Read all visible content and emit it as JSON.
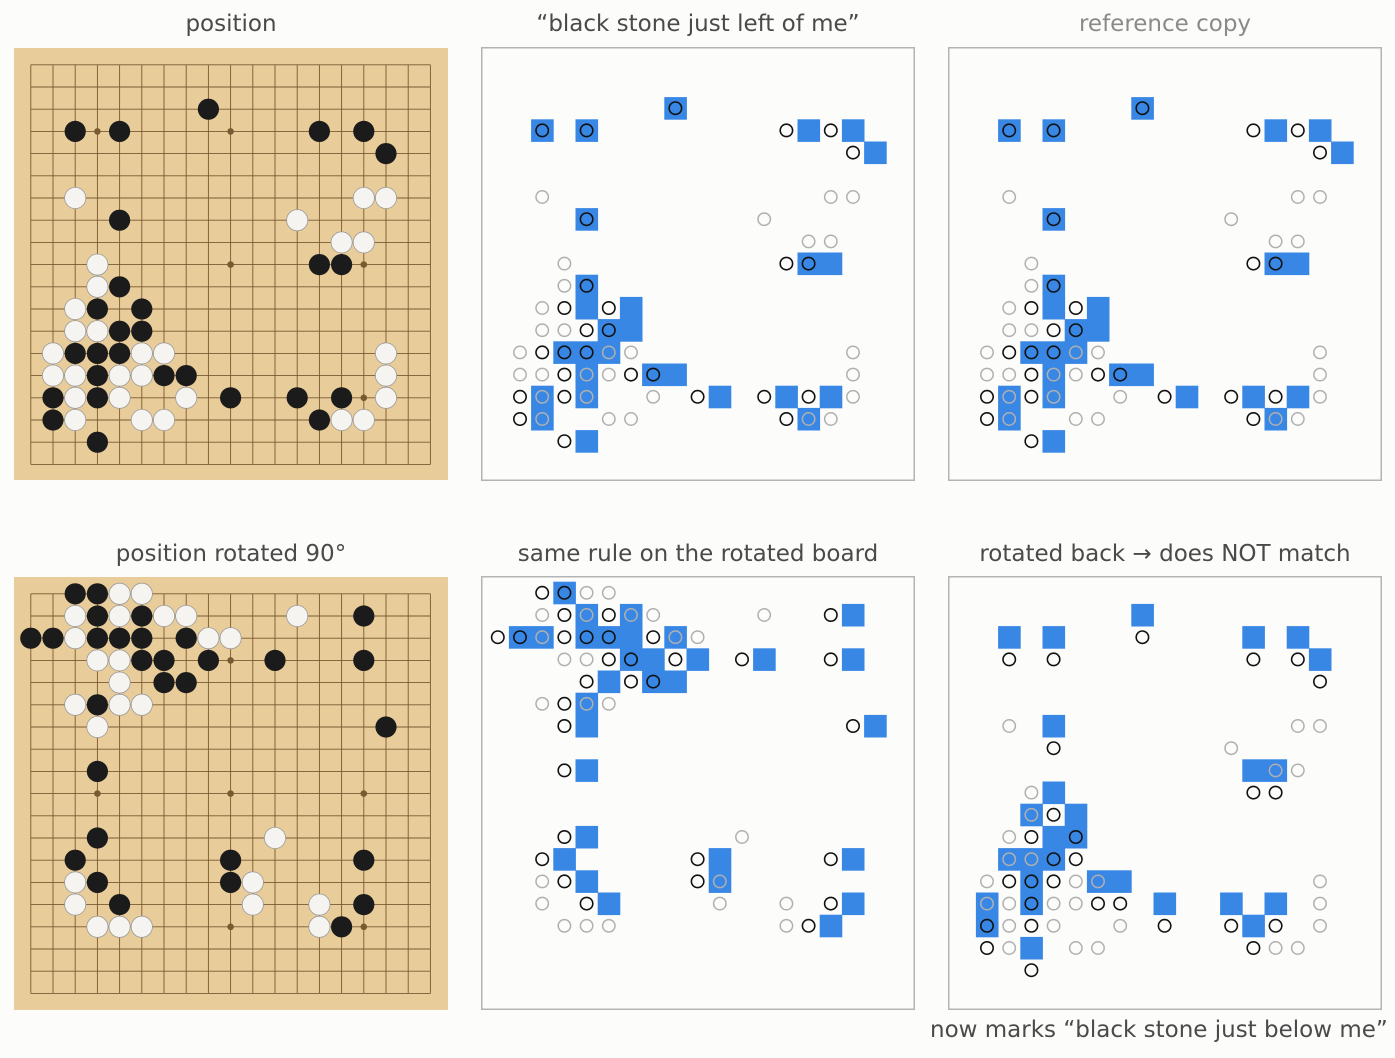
{
  "board_size": 19,
  "titles": {
    "position": "position",
    "rule": "“black stone just left of me”",
    "reference": "reference copy",
    "rotated_position": "position rotated 90°",
    "rotated_rule": "same rule on the rotated board",
    "rotated_back": "rotated back → does NOT match"
  },
  "footnote": "now marks “black stone just below me”",
  "colors": {
    "board_wood": "#e8cc9a",
    "grid_line": "#7a5a30",
    "hoshi": "#7a5a30",
    "black_stone": "#1b1b1b",
    "white_stone": "#f6f4f0",
    "mark_fill": "#3887e5",
    "panel_border": "#b4b4b4",
    "black_ring": "#111111",
    "white_ring": "#b0b0b0"
  },
  "hoshi_points": [
    [
      3,
      3
    ],
    [
      3,
      9
    ],
    [
      3,
      15
    ],
    [
      9,
      3
    ],
    [
      9,
      9
    ],
    [
      9,
      15
    ],
    [
      15,
      3
    ],
    [
      15,
      9
    ],
    [
      15,
      15
    ]
  ],
  "board_position": {
    "black": [
      [
        8,
        2
      ],
      [
        2,
        3
      ],
      [
        4,
        3
      ],
      [
        13,
        3
      ],
      [
        15,
        3
      ],
      [
        16,
        4
      ],
      [
        4,
        7
      ],
      [
        13,
        9
      ],
      [
        14,
        9
      ],
      [
        4,
        10
      ],
      [
        3,
        11
      ],
      [
        5,
        11
      ],
      [
        4,
        12
      ],
      [
        5,
        12
      ],
      [
        2,
        13
      ],
      [
        3,
        13
      ],
      [
        4,
        13
      ],
      [
        3,
        14
      ],
      [
        6,
        14
      ],
      [
        7,
        14
      ],
      [
        1,
        15
      ],
      [
        3,
        15
      ],
      [
        9,
        15
      ],
      [
        12,
        15
      ],
      [
        14,
        15
      ],
      [
        1,
        16
      ],
      [
        13,
        16
      ],
      [
        3,
        17
      ]
    ],
    "white": [
      [
        2,
        6
      ],
      [
        15,
        6
      ],
      [
        16,
        6
      ],
      [
        12,
        7
      ],
      [
        14,
        8
      ],
      [
        15,
        8
      ],
      [
        3,
        9
      ],
      [
        3,
        10
      ],
      [
        2,
        11
      ],
      [
        2,
        12
      ],
      [
        3,
        12
      ],
      [
        1,
        13
      ],
      [
        5,
        13
      ],
      [
        6,
        13
      ],
      [
        16,
        13
      ],
      [
        1,
        14
      ],
      [
        2,
        14
      ],
      [
        4,
        14
      ],
      [
        5,
        14
      ],
      [
        16,
        14
      ],
      [
        2,
        15
      ],
      [
        4,
        15
      ],
      [
        7,
        15
      ],
      [
        16,
        15
      ],
      [
        2,
        16
      ],
      [
        5,
        16
      ],
      [
        6,
        16
      ],
      [
        14,
        16
      ],
      [
        15,
        16
      ]
    ]
  },
  "board_rotated": {
    "black": [
      [
        2,
        0
      ],
      [
        3,
        0
      ],
      [
        3,
        1
      ],
      [
        5,
        1
      ],
      [
        15,
        1
      ],
      [
        0,
        2
      ],
      [
        1,
        2
      ],
      [
        3,
        2
      ],
      [
        4,
        2
      ],
      [
        5,
        2
      ],
      [
        7,
        2
      ],
      [
        5,
        3
      ],
      [
        6,
        3
      ],
      [
        8,
        3
      ],
      [
        11,
        3
      ],
      [
        15,
        3
      ],
      [
        4,
        4
      ],
      [
        6,
        4
      ],
      [
        7,
        4
      ],
      [
        3,
        5
      ],
      [
        3,
        6
      ],
      [
        16,
        6
      ],
      [
        3,
        8
      ],
      [
        3,
        11
      ],
      [
        2,
        12
      ],
      [
        9,
        12
      ],
      [
        15,
        12
      ],
      [
        3,
        13
      ],
      [
        9,
        13
      ],
      [
        4,
        14
      ],
      [
        15,
        14
      ],
      [
        14,
        15
      ]
    ],
    "white": [
      [
        4,
        0
      ],
      [
        5,
        0
      ],
      [
        2,
        1
      ],
      [
        4,
        1
      ],
      [
        6,
        1
      ],
      [
        7,
        1
      ],
      [
        12,
        1
      ],
      [
        2,
        2
      ],
      [
        8,
        2
      ],
      [
        9,
        2
      ],
      [
        3,
        3
      ],
      [
        4,
        3
      ],
      [
        4,
        4
      ],
      [
        2,
        5
      ],
      [
        4,
        5
      ],
      [
        5,
        5
      ],
      [
        3,
        6
      ],
      [
        11,
        11
      ],
      [
        2,
        13
      ],
      [
        10,
        13
      ],
      [
        2,
        14
      ],
      [
        10,
        14
      ],
      [
        13,
        14
      ],
      [
        3,
        15
      ],
      [
        4,
        15
      ],
      [
        5,
        15
      ],
      [
        13,
        15
      ]
    ]
  },
  "map_rule": {
    "marked": [
      [
        8,
        2
      ],
      [
        2,
        3
      ],
      [
        4,
        3
      ],
      [
        14,
        3
      ],
      [
        16,
        3
      ],
      [
        17,
        4
      ],
      [
        4,
        7
      ],
      [
        14,
        9
      ],
      [
        15,
        9
      ],
      [
        4,
        10
      ],
      [
        4,
        11
      ],
      [
        6,
        11
      ],
      [
        5,
        12
      ],
      [
        6,
        12
      ],
      [
        3,
        13
      ],
      [
        4,
        13
      ],
      [
        5,
        13
      ],
      [
        4,
        14
      ],
      [
        7,
        14
      ],
      [
        8,
        14
      ],
      [
        2,
        15
      ],
      [
        4,
        15
      ],
      [
        10,
        15
      ],
      [
        13,
        15
      ],
      [
        15,
        15
      ],
      [
        2,
        16
      ],
      [
        14,
        16
      ],
      [
        4,
        17
      ]
    ],
    "black_rings": [
      [
        8,
        2
      ],
      [
        2,
        3
      ],
      [
        4,
        3
      ],
      [
        13,
        3
      ],
      [
        15,
        3
      ],
      [
        16,
        4
      ],
      [
        4,
        7
      ],
      [
        13,
        9
      ],
      [
        14,
        9
      ],
      [
        4,
        10
      ],
      [
        3,
        11
      ],
      [
        5,
        11
      ],
      [
        4,
        12
      ],
      [
        5,
        12
      ],
      [
        2,
        13
      ],
      [
        3,
        13
      ],
      [
        4,
        13
      ],
      [
        3,
        14
      ],
      [
        6,
        14
      ],
      [
        7,
        14
      ],
      [
        1,
        15
      ],
      [
        3,
        15
      ],
      [
        9,
        15
      ],
      [
        12,
        15
      ],
      [
        14,
        15
      ],
      [
        1,
        16
      ],
      [
        13,
        16
      ],
      [
        3,
        17
      ]
    ],
    "white_rings": [
      [
        2,
        6
      ],
      [
        15,
        6
      ],
      [
        16,
        6
      ],
      [
        12,
        7
      ],
      [
        14,
        8
      ],
      [
        15,
        8
      ],
      [
        3,
        9
      ],
      [
        3,
        10
      ],
      [
        2,
        11
      ],
      [
        2,
        12
      ],
      [
        3,
        12
      ],
      [
        1,
        13
      ],
      [
        5,
        13
      ],
      [
        6,
        13
      ],
      [
        16,
        13
      ],
      [
        1,
        14
      ],
      [
        2,
        14
      ],
      [
        4,
        14
      ],
      [
        5,
        14
      ],
      [
        16,
        14
      ],
      [
        2,
        15
      ],
      [
        4,
        15
      ],
      [
        7,
        15
      ],
      [
        16,
        15
      ],
      [
        2,
        16
      ],
      [
        5,
        16
      ],
      [
        6,
        16
      ],
      [
        14,
        16
      ],
      [
        15,
        16
      ]
    ]
  },
  "map_rotated_rule": {
    "marked": [
      [
        3,
        0
      ],
      [
        4,
        1
      ],
      [
        6,
        1
      ],
      [
        16,
        1
      ],
      [
        1,
        2
      ],
      [
        2,
        2
      ],
      [
        4,
        2
      ],
      [
        5,
        2
      ],
      [
        6,
        2
      ],
      [
        8,
        2
      ],
      [
        6,
        3
      ],
      [
        7,
        3
      ],
      [
        9,
        3
      ],
      [
        12,
        3
      ],
      [
        16,
        3
      ],
      [
        5,
        4
      ],
      [
        7,
        4
      ],
      [
        8,
        4
      ],
      [
        4,
        5
      ],
      [
        4,
        6
      ],
      [
        17,
        6
      ],
      [
        4,
        8
      ],
      [
        4,
        11
      ],
      [
        3,
        12
      ],
      [
        10,
        12
      ],
      [
        16,
        12
      ],
      [
        4,
        13
      ],
      [
        10,
        13
      ],
      [
        5,
        14
      ],
      [
        16,
        14
      ],
      [
        15,
        15
      ]
    ],
    "black_rings": [
      [
        2,
        0
      ],
      [
        3,
        0
      ],
      [
        3,
        1
      ],
      [
        5,
        1
      ],
      [
        15,
        1
      ],
      [
        0,
        2
      ],
      [
        1,
        2
      ],
      [
        3,
        2
      ],
      [
        4,
        2
      ],
      [
        5,
        2
      ],
      [
        7,
        2
      ],
      [
        5,
        3
      ],
      [
        6,
        3
      ],
      [
        8,
        3
      ],
      [
        11,
        3
      ],
      [
        15,
        3
      ],
      [
        4,
        4
      ],
      [
        6,
        4
      ],
      [
        7,
        4
      ],
      [
        3,
        5
      ],
      [
        3,
        6
      ],
      [
        16,
        6
      ],
      [
        3,
        8
      ],
      [
        3,
        11
      ],
      [
        2,
        12
      ],
      [
        9,
        12
      ],
      [
        15,
        12
      ],
      [
        3,
        13
      ],
      [
        9,
        13
      ],
      [
        4,
        14
      ],
      [
        15,
        14
      ],
      [
        14,
        15
      ]
    ],
    "white_rings": [
      [
        4,
        0
      ],
      [
        5,
        0
      ],
      [
        2,
        1
      ],
      [
        4,
        1
      ],
      [
        6,
        1
      ],
      [
        7,
        1
      ],
      [
        12,
        1
      ],
      [
        2,
        2
      ],
      [
        8,
        2
      ],
      [
        9,
        2
      ],
      [
        3,
        3
      ],
      [
        4,
        3
      ],
      [
        2,
        5
      ],
      [
        4,
        5
      ],
      [
        5,
        5
      ],
      [
        3,
        6
      ],
      [
        11,
        11
      ],
      [
        2,
        13
      ],
      [
        10,
        13
      ],
      [
        2,
        14
      ],
      [
        10,
        14
      ],
      [
        13,
        14
      ],
      [
        3,
        15
      ],
      [
        4,
        15
      ],
      [
        5,
        15
      ],
      [
        13,
        15
      ]
    ]
  },
  "map_rotated_back": {
    "marked": [
      [
        8,
        1
      ],
      [
        2,
        2
      ],
      [
        4,
        2
      ],
      [
        13,
        2
      ],
      [
        15,
        2
      ],
      [
        16,
        3
      ],
      [
        4,
        6
      ],
      [
        13,
        8
      ],
      [
        14,
        8
      ],
      [
        4,
        9
      ],
      [
        3,
        10
      ],
      [
        5,
        10
      ],
      [
        4,
        11
      ],
      [
        5,
        11
      ],
      [
        2,
        12
      ],
      [
        3,
        12
      ],
      [
        4,
        12
      ],
      [
        3,
        13
      ],
      [
        6,
        13
      ],
      [
        7,
        13
      ],
      [
        1,
        14
      ],
      [
        3,
        14
      ],
      [
        9,
        14
      ],
      [
        12,
        14
      ],
      [
        14,
        14
      ],
      [
        1,
        15
      ],
      [
        13,
        15
      ],
      [
        3,
        16
      ]
    ],
    "black_rings": [
      [
        8,
        2
      ],
      [
        2,
        3
      ],
      [
        4,
        3
      ],
      [
        13,
        3
      ],
      [
        15,
        3
      ],
      [
        16,
        4
      ],
      [
        4,
        7
      ],
      [
        13,
        9
      ],
      [
        14,
        9
      ],
      [
        4,
        10
      ],
      [
        3,
        11
      ],
      [
        5,
        11
      ],
      [
        4,
        12
      ],
      [
        5,
        12
      ],
      [
        2,
        13
      ],
      [
        3,
        13
      ],
      [
        4,
        13
      ],
      [
        3,
        14
      ],
      [
        6,
        14
      ],
      [
        7,
        14
      ],
      [
        1,
        15
      ],
      [
        3,
        15
      ],
      [
        9,
        15
      ],
      [
        12,
        15
      ],
      [
        14,
        15
      ],
      [
        1,
        16
      ],
      [
        13,
        16
      ],
      [
        3,
        17
      ]
    ],
    "white_rings": [
      [
        2,
        6
      ],
      [
        15,
        6
      ],
      [
        16,
        6
      ],
      [
        12,
        7
      ],
      [
        14,
        8
      ],
      [
        15,
        8
      ],
      [
        3,
        9
      ],
      [
        3,
        10
      ],
      [
        2,
        11
      ],
      [
        2,
        12
      ],
      [
        3,
        12
      ],
      [
        1,
        13
      ],
      [
        5,
        13
      ],
      [
        6,
        13
      ],
      [
        16,
        13
      ],
      [
        1,
        14
      ],
      [
        2,
        14
      ],
      [
        4,
        14
      ],
      [
        5,
        14
      ],
      [
        16,
        14
      ],
      [
        2,
        15
      ],
      [
        4,
        15
      ],
      [
        7,
        15
      ],
      [
        16,
        15
      ],
      [
        2,
        16
      ],
      [
        5,
        16
      ],
      [
        6,
        16
      ],
      [
        14,
        16
      ],
      [
        15,
        16
      ]
    ]
  }
}
